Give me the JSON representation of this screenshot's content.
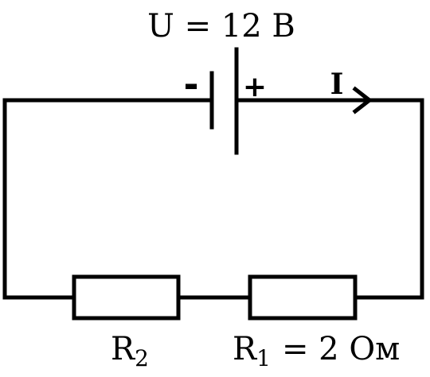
{
  "diagram": {
    "voltage_label": "U = 12 В",
    "battery": {
      "minus_sign": "-",
      "plus_sign": "+"
    },
    "current_label": "I",
    "resistor_2": {
      "symbol": "R",
      "subscript": "2"
    },
    "resistor_1": {
      "symbol": "R",
      "subscript": "1",
      "value_text": "= 2 Ом"
    }
  }
}
